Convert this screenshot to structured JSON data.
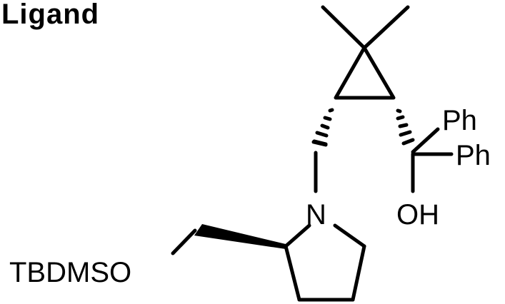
{
  "title": "Ligand",
  "structure": {
    "labels": {
      "nitrogen": "N",
      "hydroxyl": "OH",
      "phenyl_upper": "Ph",
      "phenyl_right": "Ph",
      "protecting_group": "TBDMSO"
    },
    "description": "Pyrrolidine-based ligand: (S)-2-(TBDMS-oxymethyl)pyrrolidine N-linked via CH2 to a 3,3-dimethylcyclopropane bearing a diphenyl(hydroxy)methyl group; hashed stereobonds on cyclopropane substituents, wedge bond on pyrrolidine C2",
    "colors": {
      "ink": "#000000",
      "background": "#ffffff"
    }
  }
}
